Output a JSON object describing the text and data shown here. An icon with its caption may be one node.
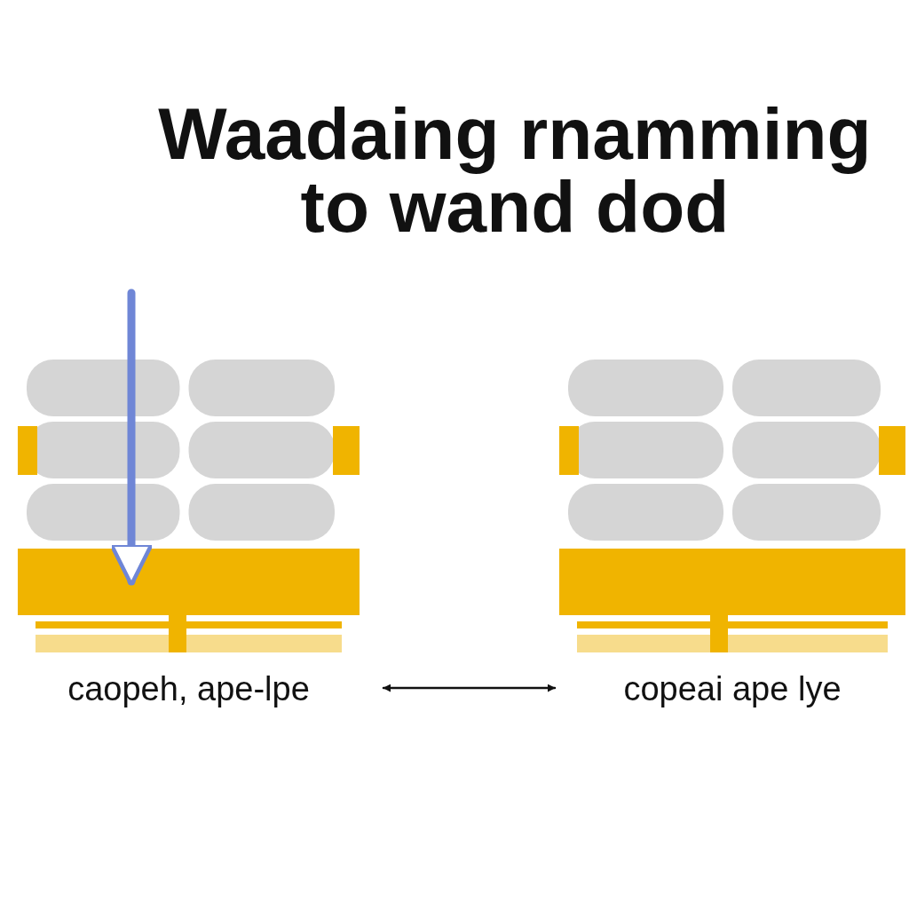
{
  "diagram": {
    "title": "Waadaing rnamming to wand dod",
    "nodes": [
      {
        "text": [
          "caopeh, ape-lpe"
        ]
      },
      {
        "text": [
          "copeai ape lye"
        ]
      }
    ],
    "edges": [
      {
        "from": null,
        "to": 0,
        "arrow": "to",
        "style": "thick",
        "color": "#6f86d6"
      },
      {
        "from": 0,
        "to": 1,
        "arrow": "both",
        "color": "#111111"
      }
    ]
  }
}
